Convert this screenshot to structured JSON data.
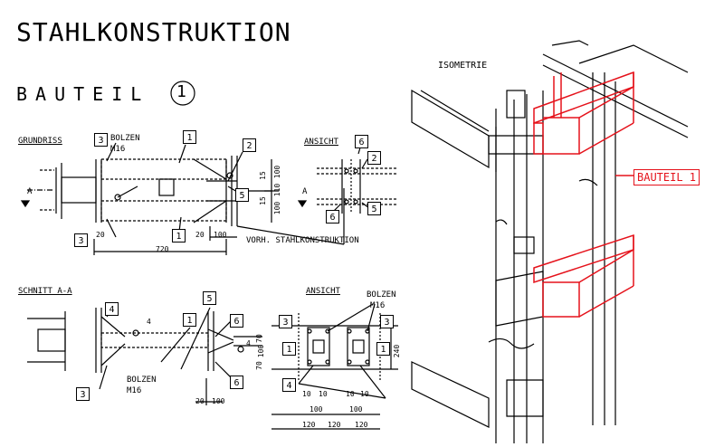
{
  "title": "STAHLKONSTRUKTION",
  "bauteil": {
    "label": "BAUTEIL",
    "number": "1"
  },
  "views": {
    "grundriss": "GRUNDRISS",
    "schnitt": "SCHNITT A-A",
    "ansicht1": "ANSICHT",
    "ansicht2": "ANSICHT",
    "isometrie": "ISOMETRIE"
  },
  "callouts": {
    "bolzen": "BOLZEN",
    "m16": "M16",
    "vorh": "VORH. STAHLKONSTRUKTION",
    "bauteil1": "BAUTEIL 1",
    "a": "A"
  },
  "dims": {
    "d20": "20",
    "d100": "100",
    "d720": "720",
    "d15": "15",
    "d110": "110",
    "d70": "70",
    "d240": "240",
    "d10": "10",
    "d120": "120",
    "d4": "4"
  },
  "tags": {
    "t1": "1",
    "t2": "2",
    "t3": "3",
    "t4": "4",
    "t5": "5",
    "t6": "6"
  },
  "colors": {
    "line": "#000000",
    "highlight": "#e5121b"
  }
}
